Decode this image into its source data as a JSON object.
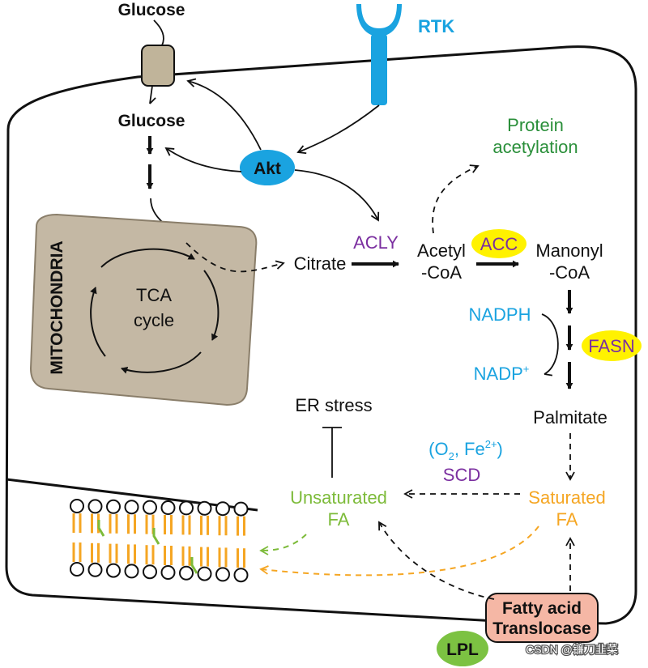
{
  "labels": {
    "glucose_outside": "Glucose",
    "glucose_inside": "Glucose",
    "rtk": "RTK",
    "akt": "Akt",
    "protein_acetylation_line1": "Protein",
    "protein_acetylation_line2": "acetylation",
    "mitochondria": "MITOCHONDRIA",
    "tca_line1": "TCA",
    "tca_line2": "cycle",
    "citrate": "Citrate",
    "acly": "ACLY",
    "acetyl_coa_line1": "Acetyl",
    "acetyl_coa_line2": "-CoA",
    "acc": "ACC",
    "malonyl_coa_line1": "Manonyl",
    "malonyl_coa_line2": "-CoA",
    "nadph": "NADPH",
    "nadp": "NADP",
    "nadp_sup": "+",
    "fasn": "FASN",
    "palmitate": "Palmitate",
    "er_stress": "ER stress",
    "cofactor_open": "(O",
    "cofactor_o_sub": "2",
    "cofactor_mid": ", Fe",
    "cofactor_fe_sup": "2+",
    "cofactor_close": ")",
    "scd": "SCD",
    "unsaturated_line1": "Unsaturated",
    "unsaturated_line2": "FA",
    "saturated_line1": "Saturated",
    "saturated_line2": "FA",
    "translocase_line1": "Fatty acid",
    "translocase_line2": "Translocase",
    "lpl": "LPL",
    "watermark": "CSDN @镰刀韭菜"
  },
  "colors": {
    "blue": "#1aa3e0",
    "purple": "#7b2fa0",
    "green": "#2a8f3a",
    "lime": "#7dbb3a",
    "orange": "#f5a623",
    "enzyme_highlight": "#fff200",
    "mitochondria_fill": "#c4b8a4",
    "transporter_fill": "#c0b49a",
    "translocase_fill": "#f5b7a5",
    "lpl_fill": "#7cc242"
  }
}
